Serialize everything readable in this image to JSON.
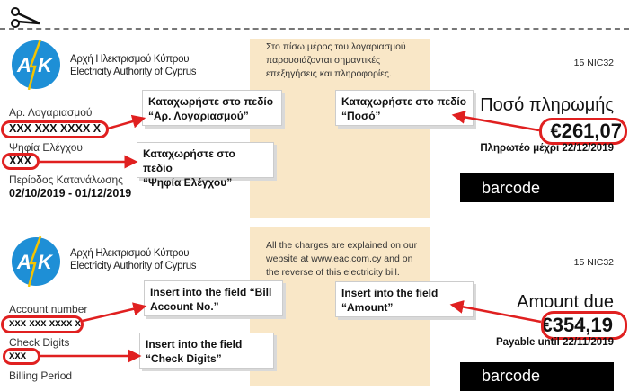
{
  "colors": {
    "accent_red": "#e02020",
    "beige": "#f9e7c7",
    "logo_blue": "#1e8fd6",
    "logo_bolt": "#f5c400"
  },
  "top": {
    "logo": {
      "greek": "Αρχή Ηλεκτρισμού Κύπρου",
      "english": "Electricity Authority of Cyprus",
      "mark": "ΑΗΚ"
    },
    "account_label": "Αρ.  Λογαριασμού",
    "account_value": "XXX XXX XXXX X",
    "check_label": "Ψηφία Ελέγχου",
    "check_value": "XXX",
    "period_label": "Περίοδος Κατανάλωσης",
    "period_value": "02/10/2019 - 01/12/2019",
    "note": [
      "Στο πίσω μέρος του λογαριασμού",
      "παρουσιάζονται σημαντικές",
      "επεξηγήσεις και πληροφορίες."
    ],
    "nic": "15  NIC32",
    "amount_label": "Ποσό πληρωμής",
    "amount": "€261,07",
    "due": "Πληρωτέο μέχρι 22/12/2019",
    "barcode": "barcode",
    "callouts": {
      "account": [
        "Καταχωρήστε στο πεδίο",
        "“Αρ. Λογαριασμού”"
      ],
      "check": [
        "Καταχωρήστε στο πεδίο",
        "“Ψηφία Ελέγχου”"
      ],
      "amount": [
        "Καταχωρήστε στο πεδίο",
        "“Ποσό”"
      ]
    }
  },
  "bottom": {
    "logo": {
      "greek": "Αρχή Ηλεκτρισμού Κύπρου",
      "english": "Electricity Authority of Cyprus",
      "mark": "ΑΗΚ"
    },
    "account_label": "Account number",
    "account_value": "xxx xxx xxxx x",
    "check_label": "Check Digits",
    "check_value": "xxx",
    "period_label": "Billing Period",
    "note": [
      "All the charges are explained on our",
      "website at www.eac.com.cy and on",
      "the reverse of this electricity bill."
    ],
    "nic": "15  NIC32",
    "amount_label": "Amount due",
    "amount": "€354,19",
    "due": "Payable until 22/11/2019",
    "barcode": "barcode",
    "callouts": {
      "account": [
        "Insert into the field “Bill",
        "Account No.”"
      ],
      "check": [
        "Insert into the field",
        "“Check Digits”"
      ],
      "amount": [
        "Insert into the field",
        "“Amount”"
      ]
    }
  }
}
